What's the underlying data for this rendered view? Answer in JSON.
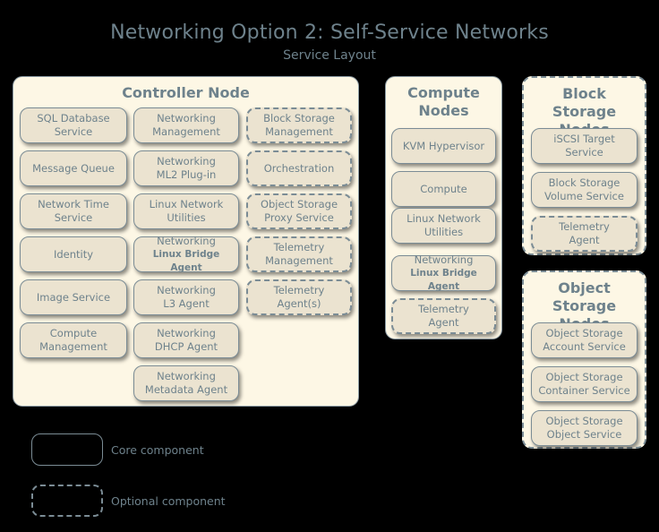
{
  "header": {
    "title": "Networking Option 2: Self-Service Networks",
    "subtitle": "Service Layout"
  },
  "colors": {
    "background": "#000000",
    "panel_fill": "#fdf7e5",
    "box_fill": "#ebe3d0",
    "stroke": "#7b8c95",
    "text": "#6e828c"
  },
  "panels": {
    "controller": {
      "title": "Controller Node",
      "optional": false,
      "columns": [
        [
          {
            "l1": "SQL Database",
            "l2": "Service",
            "optional": false
          },
          {
            "l1": "Message Queue",
            "l2": "",
            "optional": false
          },
          {
            "l1": "Network Time",
            "l2": "Service",
            "optional": false
          },
          {
            "l1": "Identity",
            "l2": "",
            "optional": false
          },
          {
            "l1": "Image Service",
            "l2": "",
            "optional": false
          },
          {
            "l1": "Compute",
            "l2": "Management",
            "optional": false
          }
        ],
        [
          {
            "l1": "Networking",
            "l2": "Management",
            "optional": false
          },
          {
            "l1": "Networking",
            "l2": "ML2 Plug-in",
            "optional": false
          },
          {
            "l1": "Linux Network",
            "l2": "Utilities",
            "optional": false
          },
          {
            "l1": "Networking",
            "l2": "Linux Bridge Agent",
            "optional": false,
            "small2": true
          },
          {
            "l1": "Networking",
            "l2": "L3 Agent",
            "optional": false
          },
          {
            "l1": "Networking",
            "l2": "DHCP Agent",
            "optional": false
          },
          {
            "l1": "Networking",
            "l2": "Metadata Agent",
            "optional": false
          }
        ],
        [
          {
            "l1": "Block Storage",
            "l2": "Management",
            "optional": true
          },
          {
            "l1": "Orchestration",
            "l2": "",
            "optional": true
          },
          {
            "l1": "Object Storage",
            "l2": "Proxy Service",
            "optional": true
          },
          {
            "l1": "Telemetry",
            "l2": "Management",
            "optional": true
          },
          {
            "l1": "Telemetry",
            "l2": "Agent(s)",
            "optional": true
          }
        ]
      ]
    },
    "compute": {
      "title_line1": "Compute",
      "title_line2": "Nodes",
      "optional": false,
      "items": [
        {
          "l1": "KVM Hypervisor",
          "l2": "",
          "optional": false
        },
        {
          "l1": "Compute",
          "l2": "",
          "optional": false
        },
        {
          "l1": "Linux Network",
          "l2": "Utilities",
          "optional": false
        },
        {
          "l1": "Networking",
          "l2": "Linux Bridge Agent",
          "optional": false,
          "small2": true
        },
        {
          "l1": "Telemetry",
          "l2": "Agent",
          "optional": true
        }
      ]
    },
    "block_storage": {
      "title_line1": "Block Storage",
      "title_line2": "Nodes",
      "optional": true,
      "items": [
        {
          "l1": "iSCSI Target",
          "l2": "Service",
          "optional": false
        },
        {
          "l1": "Block Storage",
          "l2": "Volume Service",
          "optional": false
        },
        {
          "l1": "Telemetry",
          "l2": "Agent",
          "optional": true
        }
      ]
    },
    "object_storage": {
      "title_line1": "Object",
      "title_line2": "Storage Nodes",
      "optional": true,
      "items": [
        {
          "l1": "Object Storage",
          "l2": "Account Service",
          "optional": false
        },
        {
          "l1": "Object Storage",
          "l2": "Container Service",
          "optional": false
        },
        {
          "l1": "Object Storage",
          "l2": "Object Service",
          "optional": false
        }
      ]
    }
  },
  "legend": {
    "core_label": "Core component",
    "optional_label": "Optional component"
  }
}
